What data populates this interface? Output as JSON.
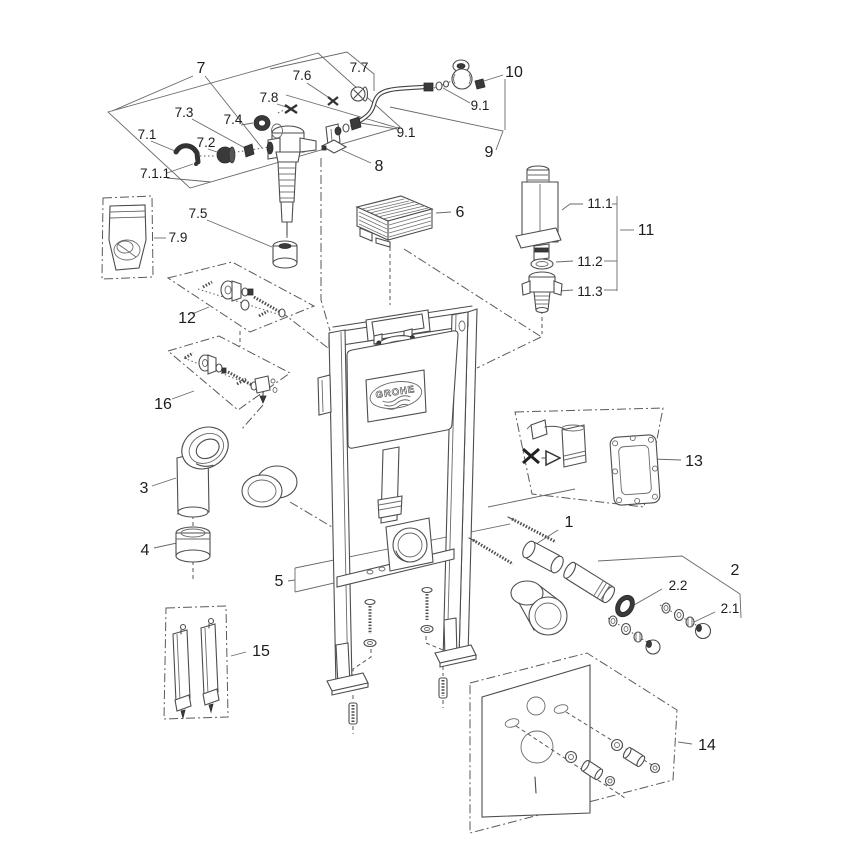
{
  "diagram": {
    "brand_logo": "GROHE",
    "labels": {
      "p1": "1",
      "p2": "2",
      "p2_1": "2.1",
      "p2_2": "2.2",
      "p3": "3",
      "p4": "4",
      "p5": "5",
      "p6": "6",
      "p7": "7",
      "p7_1": "7.1",
      "p7_1_1": "7.1.1",
      "p7_2": "7.2",
      "p7_3": "7.3",
      "p7_4": "7.4",
      "p7_5": "7.5",
      "p7_6": "7.6",
      "p7_7": "7.7",
      "p7_8": "7.8",
      "p7_9": "7.9",
      "p8": "8",
      "p9": "9",
      "p9_1": "9.1",
      "p10": "10",
      "p11": "11",
      "p11_1": "11.1",
      "p11_2": "11.2",
      "p11_3": "11.3",
      "p12": "12",
      "p13": "13",
      "p14": "14",
      "p15": "15",
      "p16": "16"
    }
  }
}
